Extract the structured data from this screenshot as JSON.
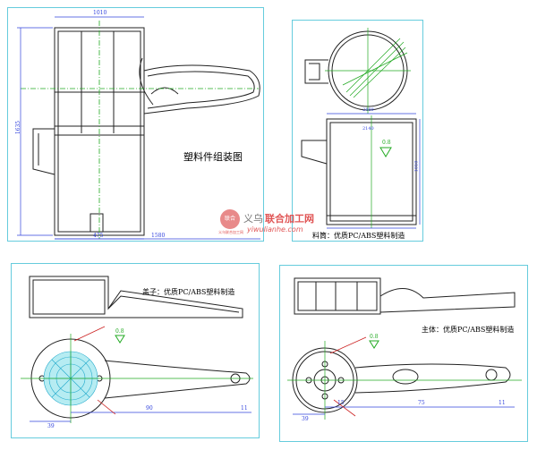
{
  "panels": {
    "assembly": {
      "title": "塑料件组装图",
      "dims": {
        "left": "1635",
        "top": "1010",
        "bottom_a": "475",
        "bottom_b": "1580"
      }
    },
    "cup": {
      "caption": "料筒：优质PC/ABS塑料制造",
      "dims": {
        "right": "1010",
        "top": "2480",
        "top2": "2140",
        "roughness": "0.8"
      }
    },
    "lid": {
      "caption": "盖子：优质PC/ABS塑料制造",
      "dims": {
        "bottom_a": "39",
        "bottom_b": "90",
        "bottom_c": "11",
        "roughness": "0.8"
      }
    },
    "body": {
      "caption": "主体：优质PC/ABS塑料制造",
      "dims": {
        "bottom_a": "39",
        "bottom_b": "15",
        "bottom_c": "75",
        "bottom_d": "11",
        "roughness": "0.8"
      }
    }
  },
  "watermark": {
    "badge": "联合",
    "name_a": "义乌",
    "name_b": "联合加工网",
    "url": "yiwulianhe.com",
    "tag": "义乌联合加工网"
  },
  "colors": {
    "frame": "#66ccdd",
    "line": "#222222",
    "center": "#22aa22",
    "dim": "#3344dd",
    "mark": "#cc2222",
    "hatch": "#22aacc"
  }
}
